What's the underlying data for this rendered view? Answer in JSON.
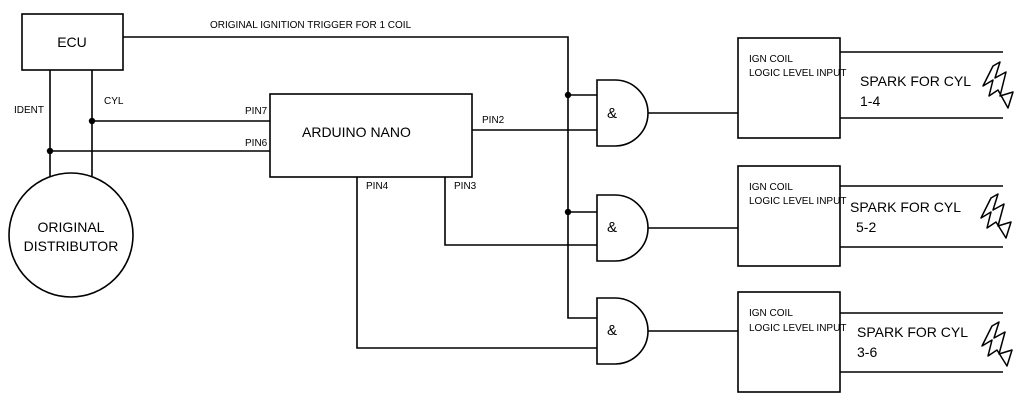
{
  "ecu": {
    "label": "ECU",
    "ident_label": "IDENT",
    "cyl_label": "CYL"
  },
  "distributor": {
    "line1": "ORIGINAL",
    "line2": "DISTRIBUTOR"
  },
  "trigger_label": "ORIGINAL IGNITION TRIGGER FOR 1 COIL",
  "arduino": {
    "label": "ARDUINO NANO",
    "pin7": "PIN7",
    "pin6": "PIN6",
    "pin2": "PIN2",
    "pin4": "PIN4",
    "pin3": "PIN3"
  },
  "gate_symbol": "&",
  "coil": {
    "line1": "IGN COIL",
    "line2": "LOGIC LEVEL INPUT"
  },
  "sparks": [
    {
      "line1": "SPARK FOR CYL",
      "line2": "1-4"
    },
    {
      "line1": "SPARK FOR CYL",
      "line2": "5-2"
    },
    {
      "line1": "SPARK FOR CYL",
      "line2": "3-6"
    }
  ],
  "icons": {
    "spark": "lightning-bolt-icon"
  }
}
